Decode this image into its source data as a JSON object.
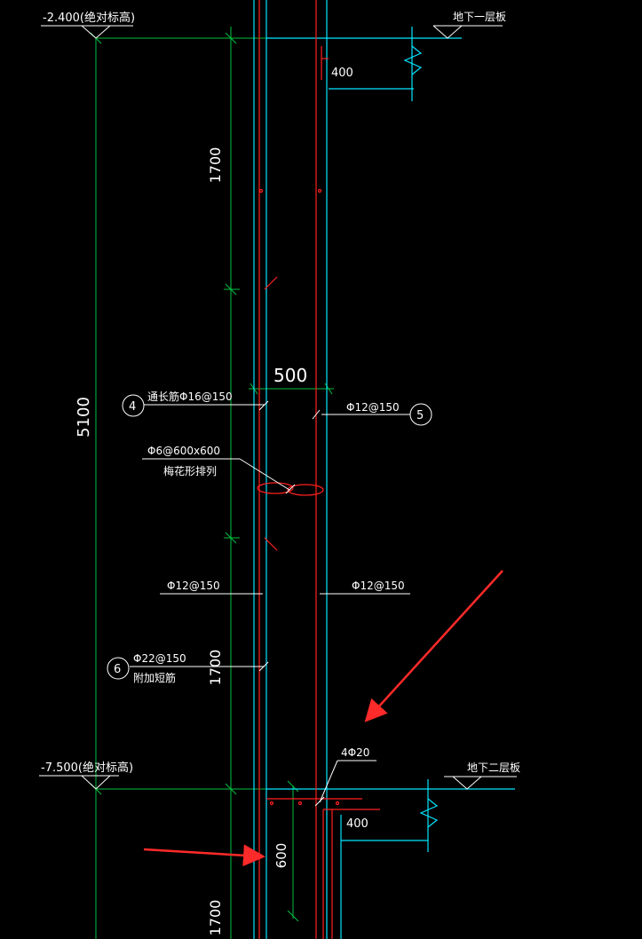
{
  "levels": {
    "top_elev": "-2.400(绝对标高)",
    "top_slab": "地下一层板",
    "bottom_elev": "-7.500(绝对标高)",
    "bottom_slab": "地下二层板"
  },
  "dimensions": {
    "overall_height": "5100",
    "upper_zone": "1700",
    "lower_zone": "1700",
    "bottom_zone": "1700",
    "wall_thickness": "500",
    "slab_top_depth": "400",
    "slab_bottom_depth": "400",
    "anchorage": "600"
  },
  "rebar": {
    "bar4_tag": "4",
    "bar4_label": "通长筋Φ16@150",
    "bar5_tag": "5",
    "bar5_label": "Φ12@150",
    "tie_label": "Φ6@600x600",
    "tie_note": "梅花形排列",
    "left_mid": "Φ12@150",
    "right_mid": "Φ12@150",
    "bar6_tag": "6",
    "bar6_label": "Φ22@150",
    "bar6_note": "附加短筋",
    "corner_bars": "4Φ20"
  },
  "colors": {
    "background": "#000000",
    "dimension_green": "#00c040",
    "wall_cyan": "#00e5ff",
    "rebar_red": "#ff2020",
    "text_white": "#ffffff",
    "arrow_red": "#ff2a2a"
  }
}
